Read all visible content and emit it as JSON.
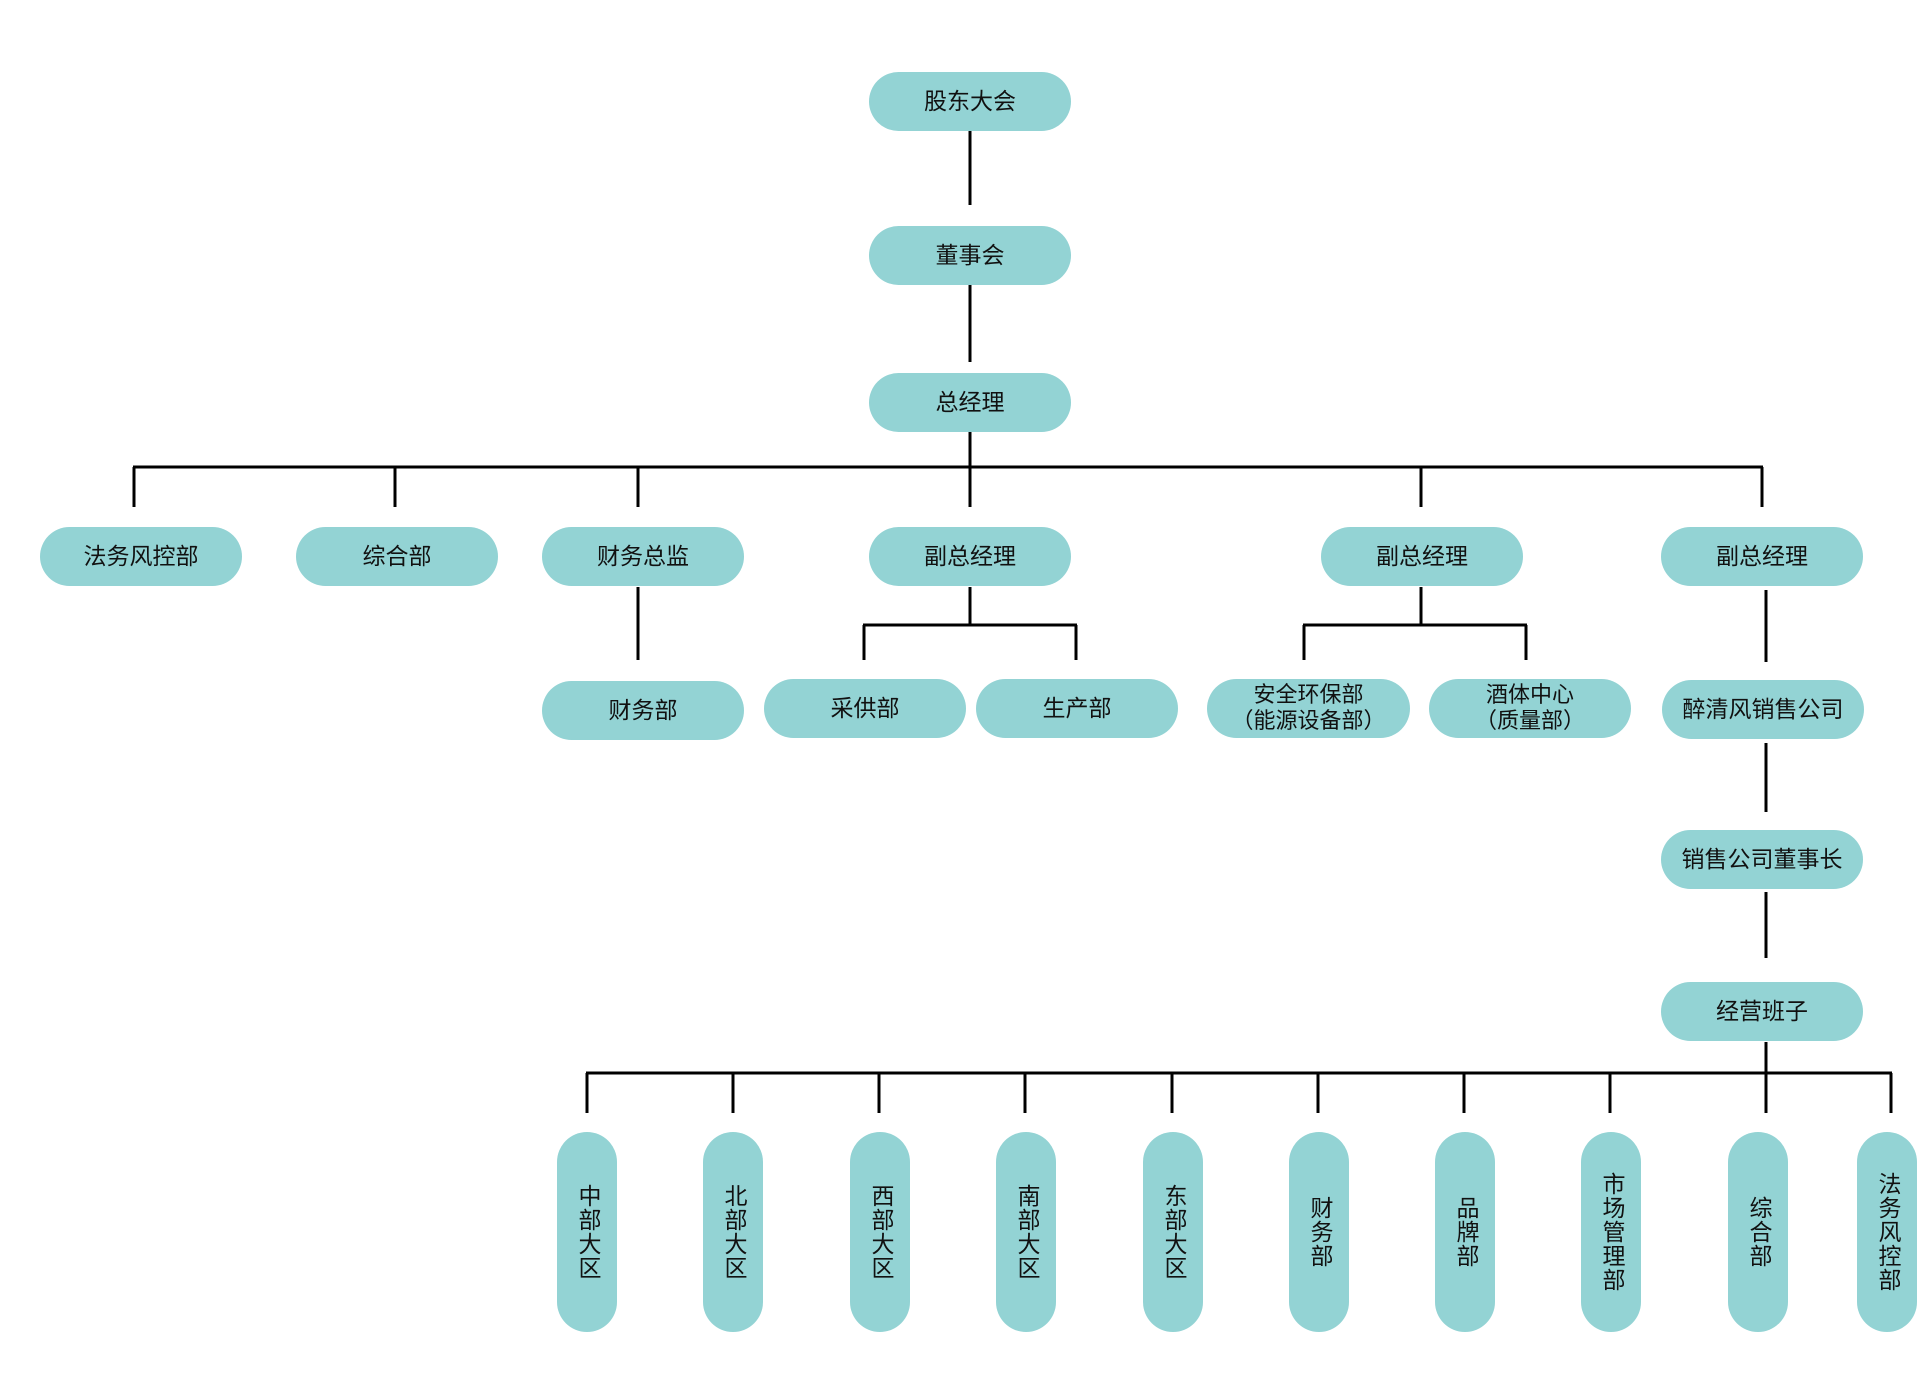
{
  "nodes": {
    "shareholders": "股东大会",
    "board": "董事会",
    "gm": "总经理",
    "legal_risk": "法务风控部",
    "general": "综合部",
    "cfo": "财务总监",
    "finance": "财务部",
    "vgm1": "副总经理",
    "procurement": "采供部",
    "production": "生产部",
    "vgm2": "副总经理",
    "safety_line1": "安全环保部",
    "safety_line2": "（能源设备部）",
    "liquor_line1": "酒体中心",
    "liquor_line2": "（质量部）",
    "vgm3": "副总经理",
    "sales_company": "醉清风销售公司",
    "sales_chairman": "销售公司董事长",
    "mgmt_team": "经营班子",
    "central": "中部大区",
    "north": "北部大区",
    "west": "西部大区",
    "south": "南部大区",
    "east": "东部大区",
    "sales_finance": "财务部",
    "brand": "品牌部",
    "market_mgmt": "市场管理部",
    "sales_general": "综合部",
    "sales_legal": "法务风控部"
  },
  "colors": {
    "node_fill": "#93d3d4",
    "line": "#000000",
    "text": "#111111"
  }
}
